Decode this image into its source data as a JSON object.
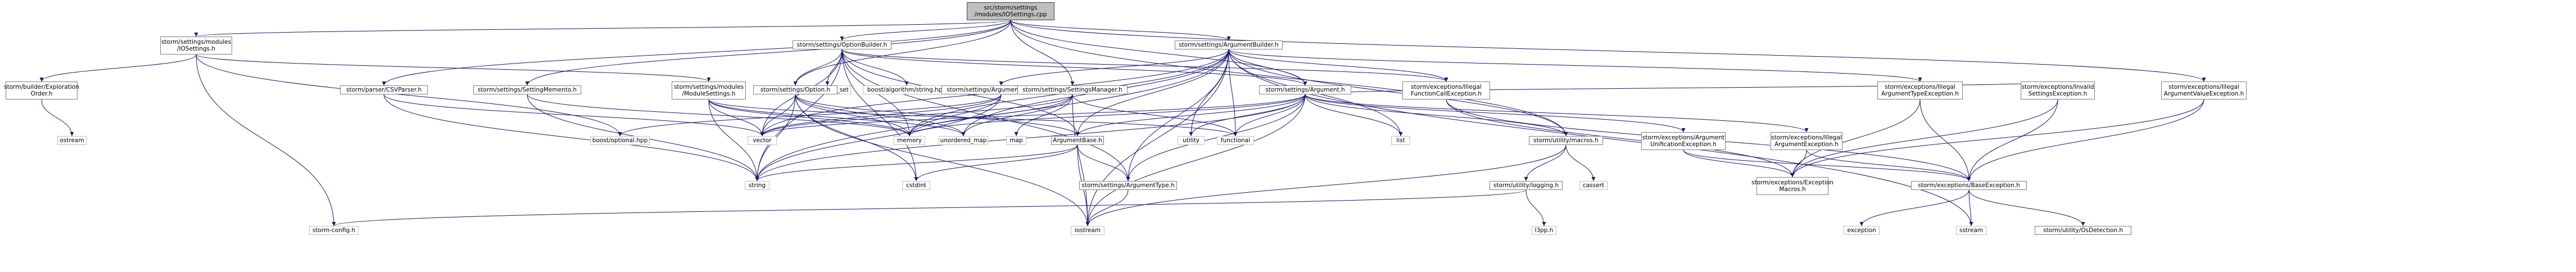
{
  "colors": {
    "edge": "#191970",
    "root_fill": "#bfbfbf",
    "node_border": "#7f7f7f",
    "ext_border": "#bfbfbf"
  },
  "nodes": {
    "root": [
      "src/storm/settings",
      "/modules/IOSettings.cpp"
    ],
    "io_settings_h": [
      "storm/settings/modules",
      "/IOSettings.h"
    ],
    "option_builder": [
      "storm/settings/OptionBuilder.h"
    ],
    "argument_builder": [
      "storm/settings/ArgumentBuilder.h"
    ],
    "exploration_order": [
      "storm/builder/Exploration",
      "Order.h"
    ],
    "ostream": [
      "ostream"
    ],
    "csv_parser": [
      "storm/parser/CSVParser.h"
    ],
    "setting_memento": [
      "storm/settings/SettingMemento.h"
    ],
    "module_settings": [
      "storm/settings/modules",
      "/ModuleSettings.h"
    ],
    "unordered_set": [
      "unordered_set"
    ],
    "boost_string": [
      "boost/algorithm/string.hpp"
    ],
    "argument_validators": [
      "storm/settings/ArgumentValidators.h"
    ],
    "option_h": [
      "storm/settings/Option.h"
    ],
    "settings_manager": [
      "storm/settings/SettingsManager.h"
    ],
    "argument_h": [
      "storm/settings/Argument.h"
    ],
    "illegal_function_call": [
      "storm/exceptions/Illegal",
      "FunctionCallException.h"
    ],
    "illegal_argument_type": [
      "storm/exceptions/Illegal",
      "ArgumentTypeException.h"
    ],
    "invalid_settings": [
      "storm/exceptions/Invalid",
      "SettingsException.h"
    ],
    "illegal_argument_value": [
      "storm/exceptions/Illegal",
      "ArgumentValueException.h"
    ],
    "boost_optional": [
      "boost/optional.hpp"
    ],
    "vector": [
      "vector"
    ],
    "memory": [
      "memory"
    ],
    "unordered_map": [
      "unordered_map"
    ],
    "map": [
      "map"
    ],
    "argument_base": [
      "ArgumentBase.h"
    ],
    "utility": [
      "utility"
    ],
    "functional": [
      "functional"
    ],
    "list": [
      "list"
    ],
    "utility_macros": [
      "storm/utility/macros.h"
    ],
    "argument_unification": [
      "storm/exceptions/Argument",
      "UnificationException.h"
    ],
    "illegal_argument": [
      "storm/exceptions/Illegal",
      "ArgumentException.h"
    ],
    "string": [
      "string"
    ],
    "cstdint": [
      "cstdint"
    ],
    "argument_type": [
      "storm/settings/ArgumentType.h"
    ],
    "utility_logging": [
      "storm/utility/logging.h"
    ],
    "cassert": [
      "cassert"
    ],
    "exception_macros": [
      "storm/exceptions/Exception",
      "Macros.h"
    ],
    "base_exception": [
      "storm/exceptions/BaseException.h"
    ],
    "storm_config": [
      "storm-config.h"
    ],
    "iostream": [
      "iostream"
    ],
    "l3pp": [
      "l3pp.h"
    ],
    "exception": [
      "exception"
    ],
    "sstream": [
      "sstream"
    ],
    "os_detection": [
      "storm/utility/OsDetection.h"
    ]
  }
}
